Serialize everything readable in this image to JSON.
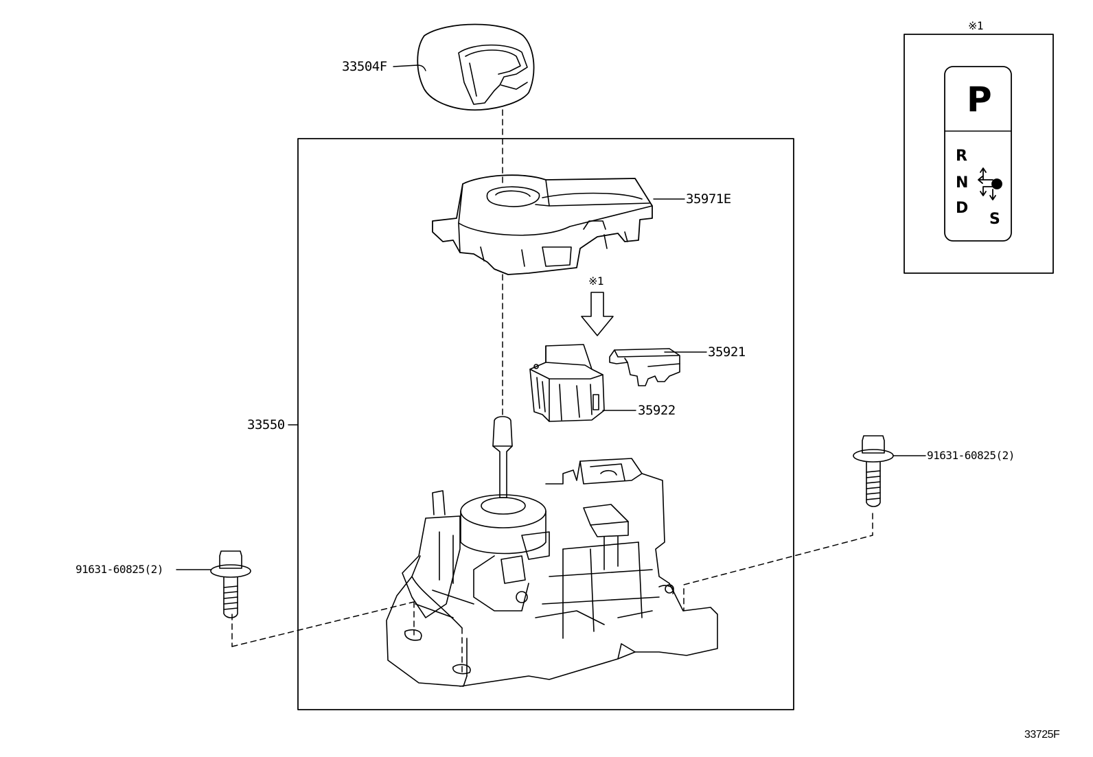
{
  "labels": {
    "knob": "33504F",
    "housing": "35971E",
    "assembly": "33550",
    "part_35921": "35921",
    "part_35922": "35922",
    "bolt_right": "91631-60825(2)",
    "bolt_left": "91631-60825(2)",
    "note_ref_top": "※1",
    "note_ref_arrow": "※1",
    "diagram_id": "33725F"
  },
  "gate_panel": {
    "park": "P",
    "reverse": "R",
    "neutral": "N",
    "drive": "D",
    "sport": "S"
  }
}
